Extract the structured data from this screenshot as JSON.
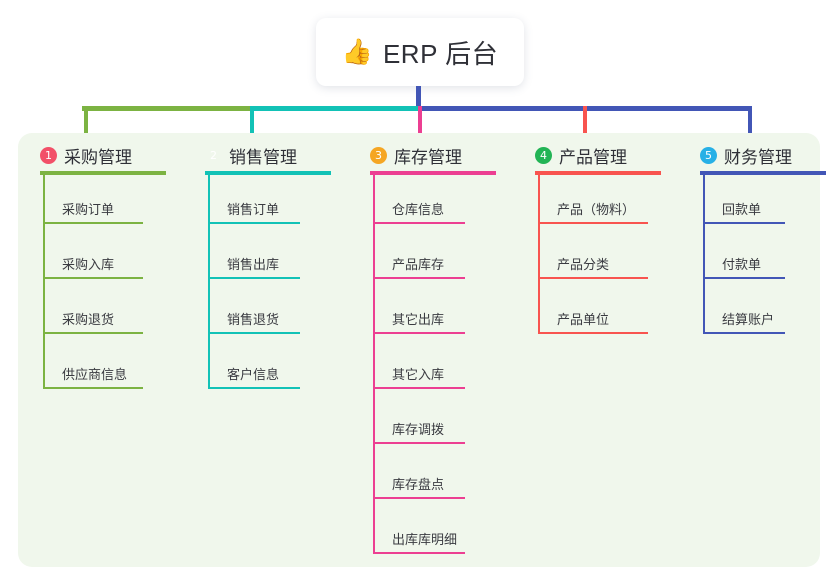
{
  "diagram": {
    "type": "mindmap-tree",
    "title": {
      "icon": "thumbs-up-icon",
      "emoji": "👍",
      "text": "ERP 后台"
    },
    "panel_background": "#f0f7ec",
    "columns": [
      {
        "index": "1",
        "badge": "❶",
        "badge_number": "1",
        "badge_color": "#f25068",
        "color": "#7cb342",
        "title": "采购管理",
        "items": [
          "采购订单",
          "采购入库",
          "采购退货",
          "供应商信息"
        ]
      },
      {
        "index": "2",
        "badge": "❷",
        "badge_number": "2",
        "badge_color": "#f5a councils",
        "color": "#12c2b6",
        "title": "销售管理",
        "items": [
          "销售订单",
          "销售出库",
          "销售退货",
          "客户信息"
        ]
      },
      {
        "index": "3",
        "badge": "❸",
        "badge_number": "3",
        "badge_color": "#f5a623",
        "color": "#ec3f92",
        "title": "库存管理",
        "items": [
          "仓库信息",
          "产品库存",
          "其它出库",
          "其它入库",
          "库存调拨",
          "库存盘点",
          "出库库明细"
        ]
      },
      {
        "index": "4",
        "badge": "❹",
        "badge_number": "4",
        "badge_color": "#22b455",
        "color": "#f8544f",
        "title": "产品管理",
        "items": [
          "产品（物料）",
          "产品分类",
          "产品单位"
        ]
      },
      {
        "index": "5",
        "badge": "❺",
        "badge_number": "5",
        "badge_color": "#27b0e6",
        "color": "#4256b6",
        "title": "财务管理",
        "items": [
          "回款单",
          "付款单",
          "结算账户"
        ]
      }
    ],
    "connectors": {
      "trunk_color": "#4256b6",
      "segments": [
        {
          "color": "#7cb342"
        },
        {
          "color": "#12c2b6"
        },
        {
          "color": "#4256b6"
        }
      ]
    }
  }
}
